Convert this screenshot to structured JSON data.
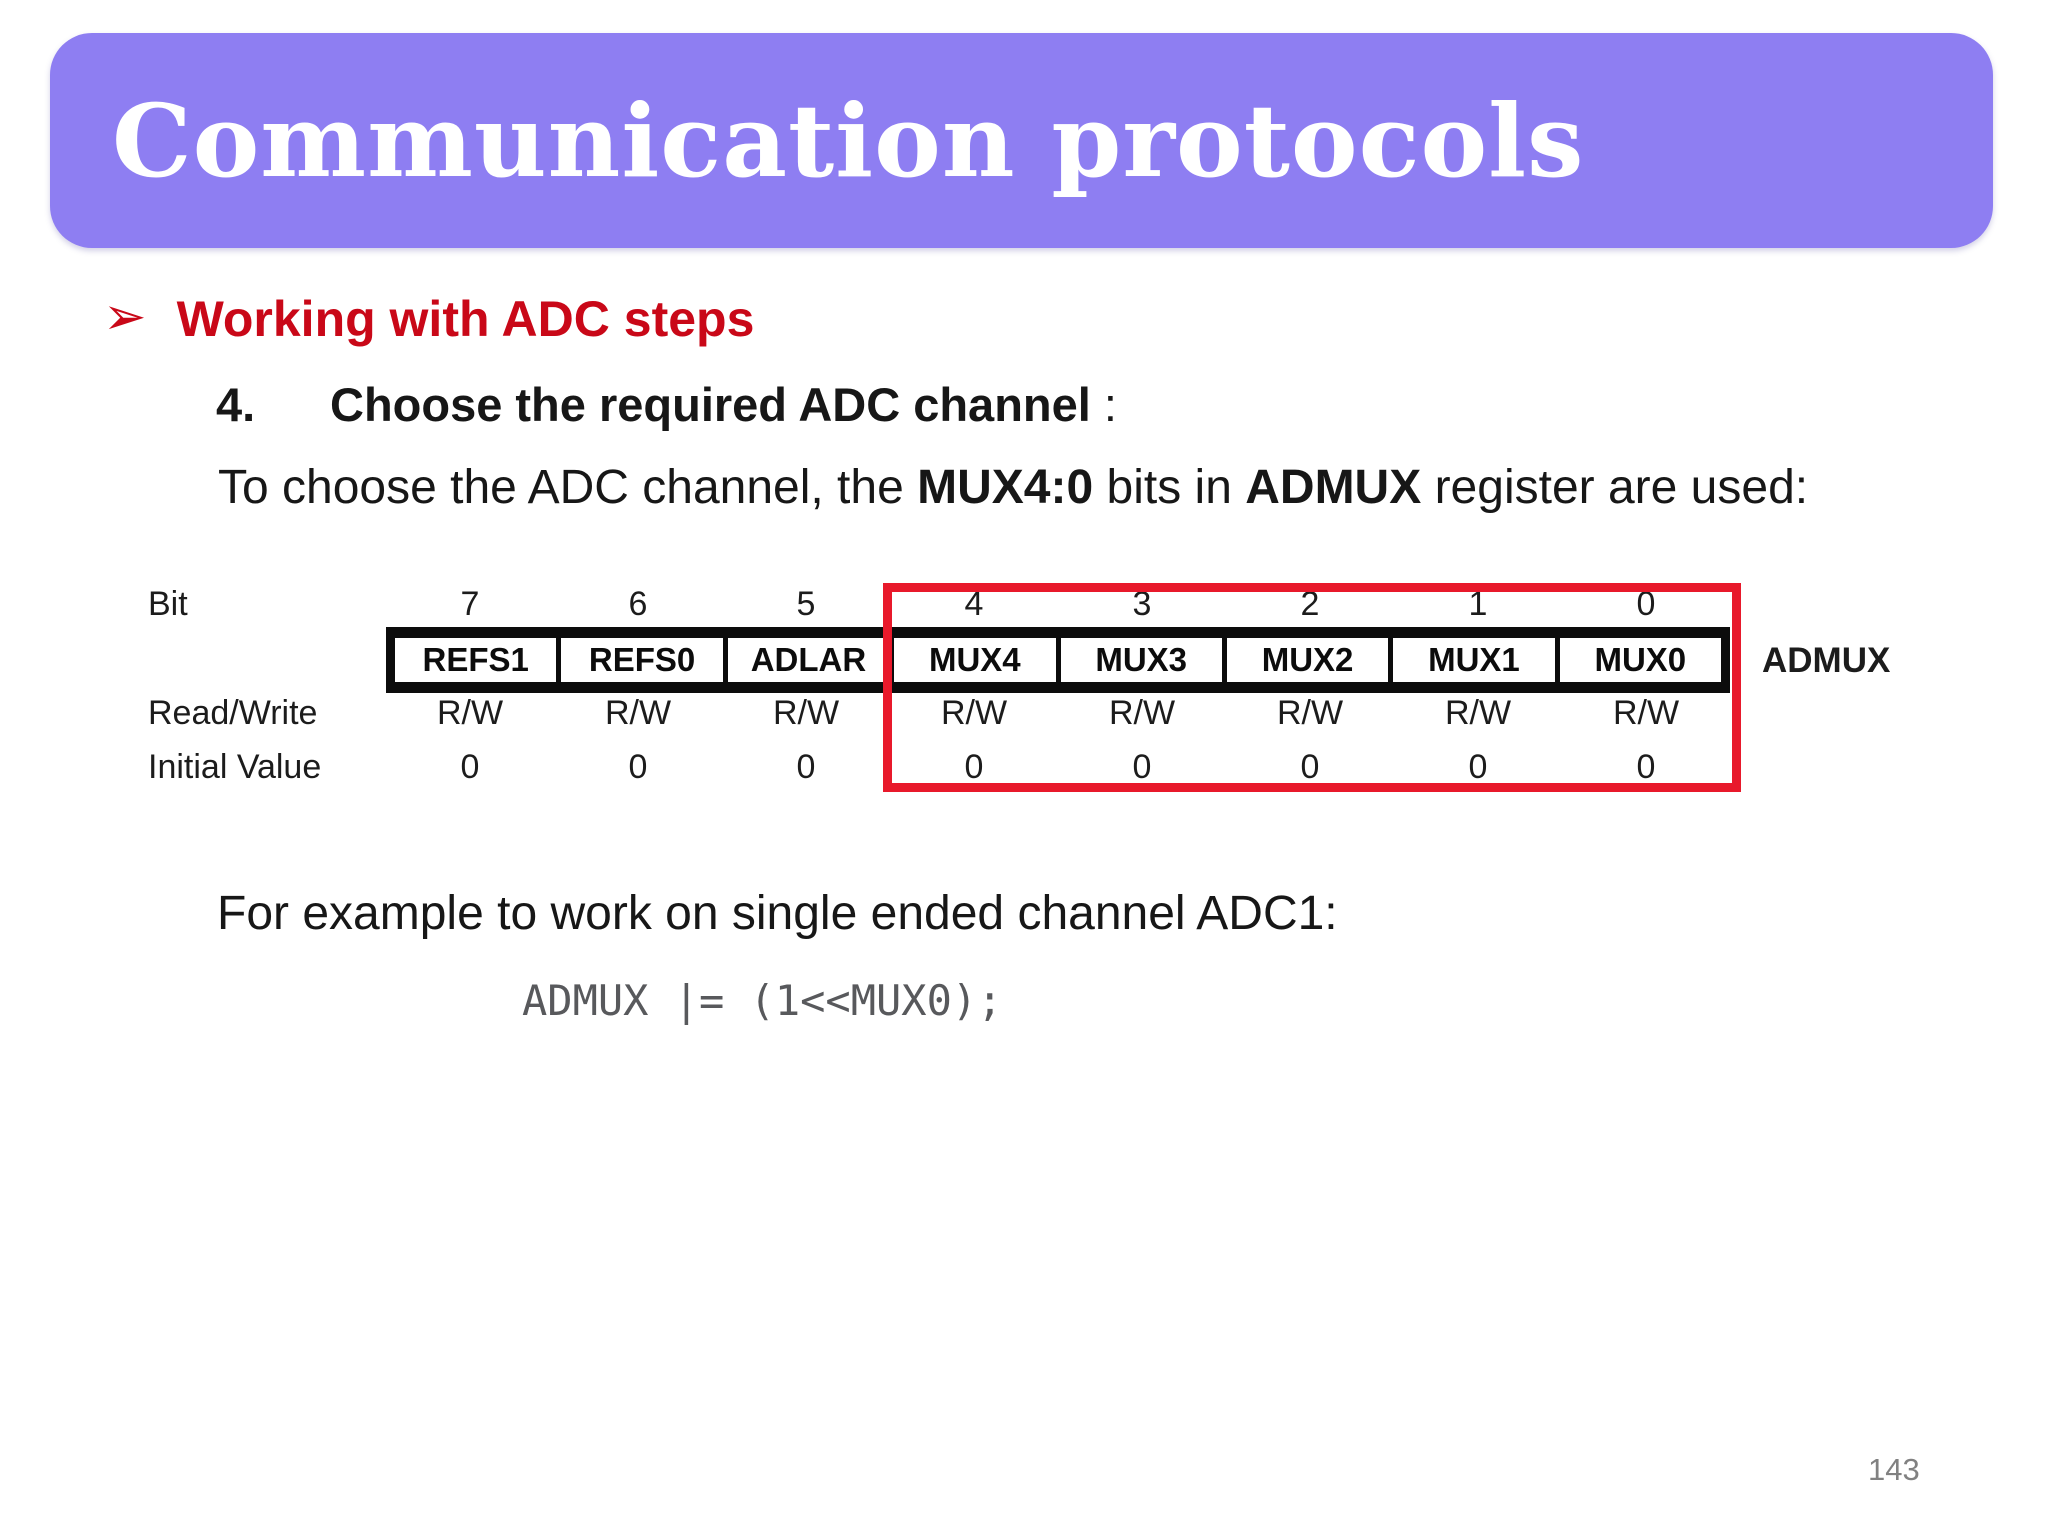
{
  "slide": {
    "title": "Communication protocols",
    "page_number": "143"
  },
  "bullet": {
    "arrow": "➢",
    "text": "Working with ADC steps"
  },
  "step": {
    "number": "4.",
    "title": "Choose the required ADC channel",
    "colon": " :"
  },
  "intro": {
    "prefix": "To choose the ADC channel, the ",
    "bold1": "MUX4:0",
    "middle": " bits in ",
    "bold2": "ADMUX",
    "suffix": " register are used:"
  },
  "register_figure": {
    "bit_label": "Bit",
    "bits": [
      "7",
      "6",
      "5",
      "4",
      "3",
      "2",
      "1",
      "0"
    ],
    "fields": [
      "REFS1",
      "REFS0",
      "ADLAR",
      "MUX4",
      "MUX3",
      "MUX2",
      "MUX1",
      "MUX0"
    ],
    "register_name": "ADMUX",
    "rw_label": "Read/Write",
    "rw": [
      "R/W",
      "R/W",
      "R/W",
      "R/W",
      "R/W",
      "R/W",
      "R/W",
      "R/W"
    ],
    "iv_label": "Initial Value",
    "iv": [
      "0",
      "0",
      "0",
      "0",
      "0",
      "0",
      "0",
      "0"
    ],
    "highlighted_bits": "4:0"
  },
  "example": {
    "text": "For example to work on single ended channel ADC1:",
    "code": "ADMUX |= (1<<MUX0);"
  },
  "colors": {
    "banner_purple": "#8e7ef2",
    "heading_red": "#c90818",
    "highlight_red": "#e8192b",
    "code_gray": "#58595c"
  }
}
